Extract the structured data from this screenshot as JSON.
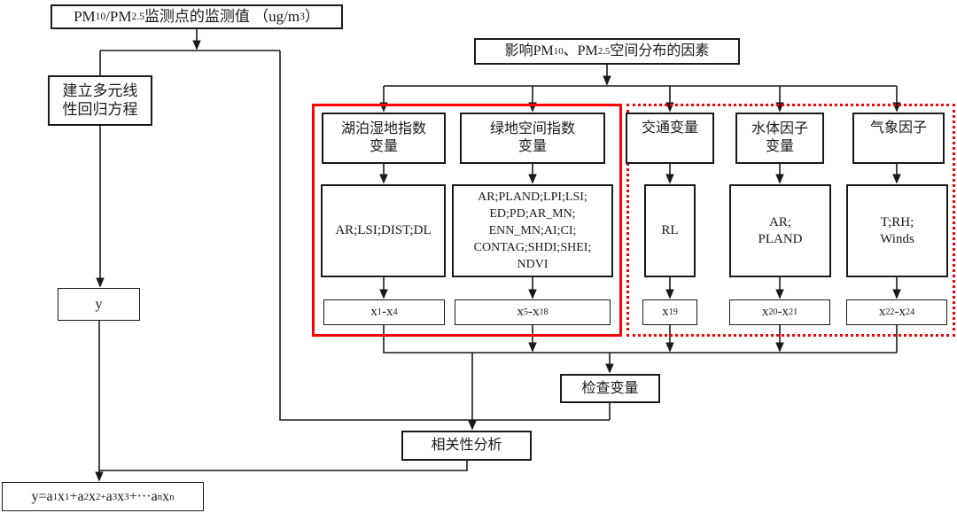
{
  "diagram": {
    "monitor_value_box": "PM~10~/PM~2.5~监测点的监测值 （ug/m^3^）",
    "factors_box": "影响PM~10~、PM~2.5~空间分布的因素",
    "regression_box": "建立多元线\n性回归方程",
    "y_box": "y",
    "formula_box": "y=a~1~x~1~+a~2~x~2+~a~3~x~3~+···a~n~x~n~",
    "check_box": "检查变量",
    "correlation_box": "相关性分析",
    "columns": [
      {
        "header": "湖泊湿地指数\n变量",
        "variables": "AR;LSI;DIST;DL",
        "range": "x~1~-x~4~"
      },
      {
        "header": "绿地空间指数\n变量",
        "variables": "AR;PLAND;LPI;LSI;\nED;PD;AR_MN;\nENN_MN;AI;CI;\nCONTAG;SHDI;SHEI;\nNDVI",
        "range": "x~5~-x~18~"
      },
      {
        "header": "交通变量",
        "variables": "RL",
        "range": "x~19~"
      },
      {
        "header": "水体因子\n变量",
        "variables": "AR;\nPLAND",
        "range": "x~20~-x~21~"
      },
      {
        "header": "气象因子",
        "variables": "T;RH;\nWinds",
        "range": "x~22~-x~24~"
      }
    ],
    "colors": {
      "line": "#1a1a1a",
      "highlight_red": "#ff0000",
      "background": "#ffffff"
    }
  }
}
